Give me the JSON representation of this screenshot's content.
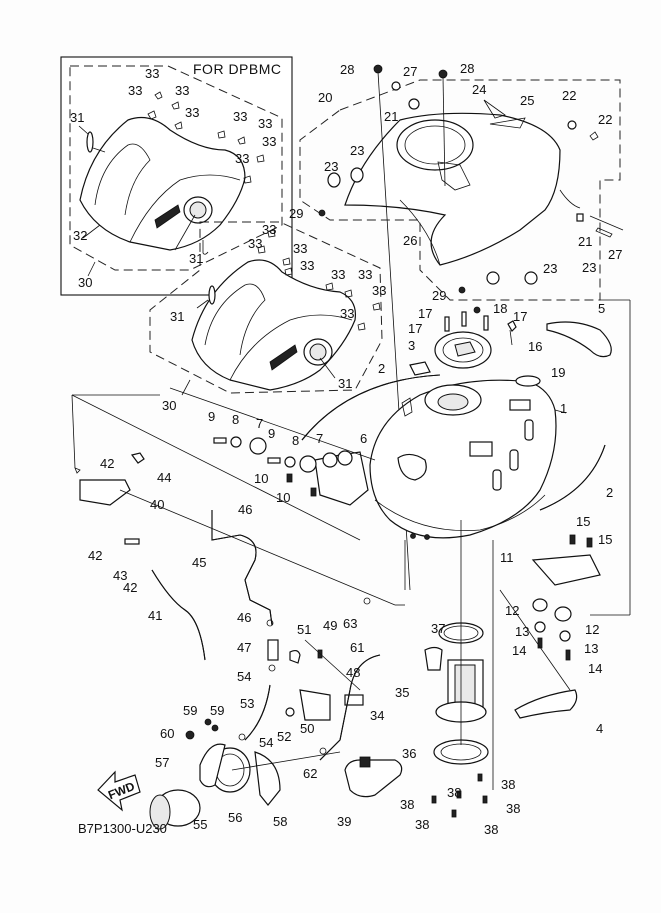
{
  "diagram": {
    "title": "Fuel Tank",
    "inset_label": "FOR DPBMC",
    "drawing_code": "B7P1300-U230",
    "direction_label": "FWD",
    "callouts": [
      {
        "id": "c1",
        "text": "1"
      },
      {
        "id": "c2a",
        "text": "2"
      },
      {
        "id": "c2b",
        "text": "2"
      },
      {
        "id": "c3",
        "text": "3"
      },
      {
        "id": "c4",
        "text": "4"
      },
      {
        "id": "c5",
        "text": "5"
      },
      {
        "id": "c6",
        "text": "6"
      },
      {
        "id": "c7a",
        "text": "7"
      },
      {
        "id": "c7b",
        "text": "7"
      },
      {
        "id": "c8a",
        "text": "8"
      },
      {
        "id": "c8b",
        "text": "8"
      },
      {
        "id": "c9a",
        "text": "9"
      },
      {
        "id": "c9b",
        "text": "9"
      },
      {
        "id": "c10a",
        "text": "10"
      },
      {
        "id": "c10b",
        "text": "10"
      },
      {
        "id": "c11",
        "text": "11"
      },
      {
        "id": "c12a",
        "text": "12"
      },
      {
        "id": "c12b",
        "text": "12"
      },
      {
        "id": "c13a",
        "text": "13"
      },
      {
        "id": "c13b",
        "text": "13"
      },
      {
        "id": "c14a",
        "text": "14"
      },
      {
        "id": "c14b",
        "text": "14"
      },
      {
        "id": "c15a",
        "text": "15"
      },
      {
        "id": "c15b",
        "text": "15"
      },
      {
        "id": "c16",
        "text": "16"
      },
      {
        "id": "c17a",
        "text": "17"
      },
      {
        "id": "c17b",
        "text": "17"
      },
      {
        "id": "c17c",
        "text": "17"
      },
      {
        "id": "c18",
        "text": "18"
      },
      {
        "id": "c19",
        "text": "19"
      },
      {
        "id": "c20",
        "text": "20"
      },
      {
        "id": "c21a",
        "text": "21"
      },
      {
        "id": "c21b",
        "text": "21"
      },
      {
        "id": "c22a",
        "text": "22"
      },
      {
        "id": "c22b",
        "text": "22"
      },
      {
        "id": "c23a",
        "text": "23"
      },
      {
        "id": "c23b",
        "text": "23"
      },
      {
        "id": "c23c",
        "text": "23"
      },
      {
        "id": "c23d",
        "text": "23"
      },
      {
        "id": "c24",
        "text": "24"
      },
      {
        "id": "c25",
        "text": "25"
      },
      {
        "id": "c26",
        "text": "26"
      },
      {
        "id": "c27a",
        "text": "27"
      },
      {
        "id": "c27b",
        "text": "27"
      },
      {
        "id": "c28a",
        "text": "28"
      },
      {
        "id": "c28b",
        "text": "28"
      },
      {
        "id": "c29a",
        "text": "29"
      },
      {
        "id": "c29b",
        "text": "29"
      },
      {
        "id": "c30a",
        "text": "30"
      },
      {
        "id": "c30b",
        "text": "30"
      },
      {
        "id": "c31a",
        "text": "31"
      },
      {
        "id": "c31b",
        "text": "31"
      },
      {
        "id": "c31c",
        "text": "31"
      },
      {
        "id": "c31d",
        "text": "31"
      },
      {
        "id": "c32",
        "text": "32"
      },
      {
        "id": "c33_1",
        "text": "33"
      },
      {
        "id": "c33_2",
        "text": "33"
      },
      {
        "id": "c33_3",
        "text": "33"
      },
      {
        "id": "c33_4",
        "text": "33"
      },
      {
        "id": "c33_5",
        "text": "33"
      },
      {
        "id": "c33_6",
        "text": "33"
      },
      {
        "id": "c33_7",
        "text": "33"
      },
      {
        "id": "c33_8",
        "text": "33"
      },
      {
        "id": "c33_9",
        "text": "33"
      },
      {
        "id": "c33_10",
        "text": "33"
      },
      {
        "id": "c33_11",
        "text": "33"
      },
      {
        "id": "c33_12",
        "text": "33"
      },
      {
        "id": "c33_13",
        "text": "33"
      },
      {
        "id": "c33_14",
        "text": "33"
      },
      {
        "id": "c33_15",
        "text": "33"
      },
      {
        "id": "c33_16",
        "text": "33"
      },
      {
        "id": "c34",
        "text": "34"
      },
      {
        "id": "c35",
        "text": "35"
      },
      {
        "id": "c36",
        "text": "36"
      },
      {
        "id": "c37",
        "text": "37"
      },
      {
        "id": "c38a",
        "text": "38"
      },
      {
        "id": "c38b",
        "text": "38"
      },
      {
        "id": "c38c",
        "text": "38"
      },
      {
        "id": "c38d",
        "text": "38"
      },
      {
        "id": "c38e",
        "text": "38"
      },
      {
        "id": "c38f",
        "text": "38"
      },
      {
        "id": "c39",
        "text": "39"
      },
      {
        "id": "c40",
        "text": "40"
      },
      {
        "id": "c41",
        "text": "41"
      },
      {
        "id": "c42a",
        "text": "42"
      },
      {
        "id": "c42b",
        "text": "42"
      },
      {
        "id": "c42c",
        "text": "42"
      },
      {
        "id": "c43",
        "text": "43"
      },
      {
        "id": "c44",
        "text": "44"
      },
      {
        "id": "c45",
        "text": "45"
      },
      {
        "id": "c46a",
        "text": "46"
      },
      {
        "id": "c46b",
        "text": "46"
      },
      {
        "id": "c47",
        "text": "47"
      },
      {
        "id": "c48",
        "text": "48"
      },
      {
        "id": "c49",
        "text": "49"
      },
      {
        "id": "c50",
        "text": "50"
      },
      {
        "id": "c51",
        "text": "51"
      },
      {
        "id": "c52",
        "text": "52"
      },
      {
        "id": "c53",
        "text": "53"
      },
      {
        "id": "c54a",
        "text": "54"
      },
      {
        "id": "c54b",
        "text": "54"
      },
      {
        "id": "c55",
        "text": "55"
      },
      {
        "id": "c56",
        "text": "56"
      },
      {
        "id": "c57",
        "text": "57"
      },
      {
        "id": "c58",
        "text": "58"
      },
      {
        "id": "c59a",
        "text": "59"
      },
      {
        "id": "c59b",
        "text": "59"
      },
      {
        "id": "c60",
        "text": "60"
      },
      {
        "id": "c61",
        "text": "61"
      },
      {
        "id": "c62",
        "text": "62"
      },
      {
        "id": "c63",
        "text": "63"
      }
    ]
  }
}
